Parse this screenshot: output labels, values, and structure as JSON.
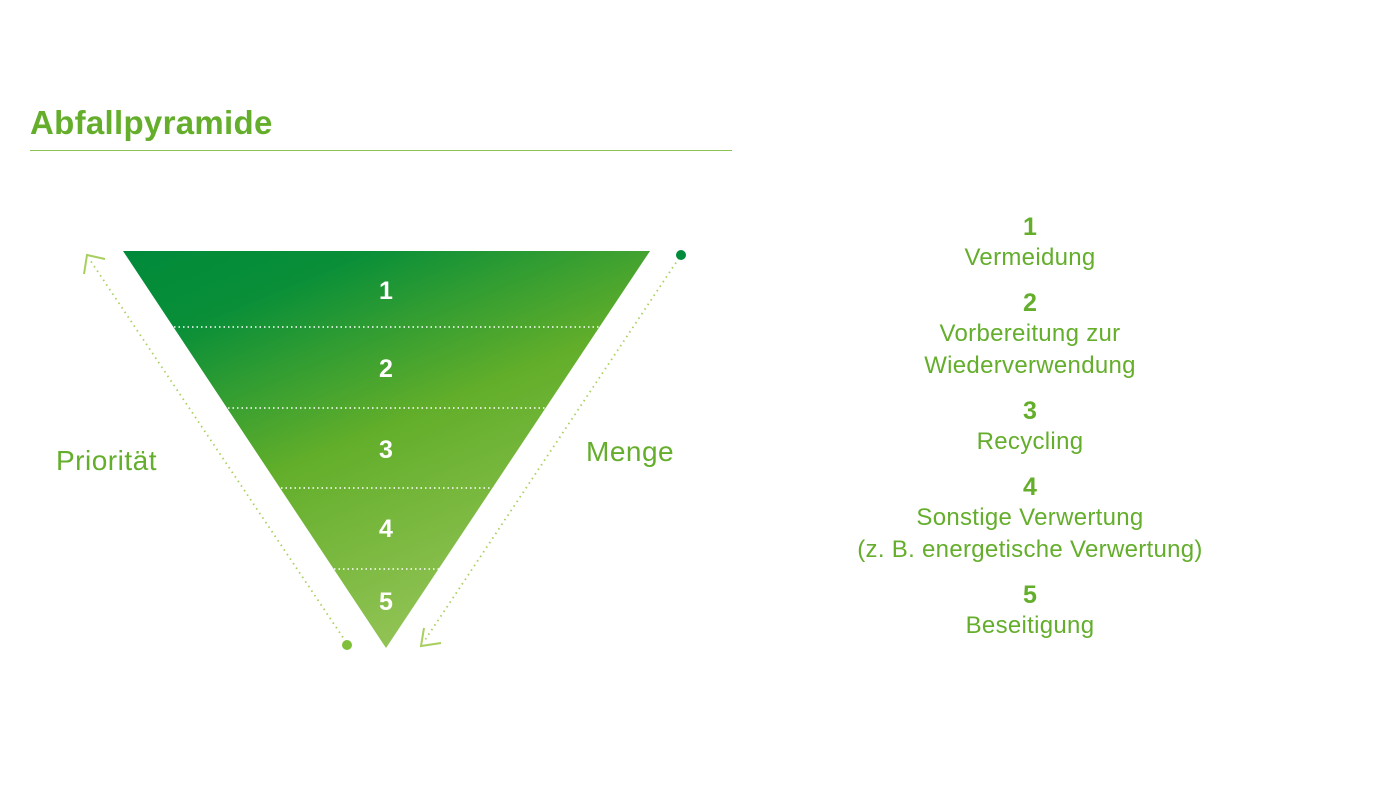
{
  "title": "Abfallpyramide",
  "left_label": "Priorität",
  "right_label": "Menge",
  "levels": [
    {
      "number": "1",
      "lines": [
        "Vermeidung"
      ]
    },
    {
      "number": "2",
      "lines": [
        "Vorbereitung zur",
        "Wiederverwendung"
      ]
    },
    {
      "number": "3",
      "lines": [
        "Recycling"
      ]
    },
    {
      "number": "4",
      "lines": [
        "Sonstige Verwertung",
        "(z. B. energetische Verwertung)"
      ]
    },
    {
      "number": "5",
      "lines": [
        "Beseitigung"
      ]
    }
  ],
  "colors": {
    "accent": "#64ae2c",
    "dark_green": "#008c3c",
    "light_green": "#8cc454",
    "dotted_line": "#b4d67a"
  }
}
